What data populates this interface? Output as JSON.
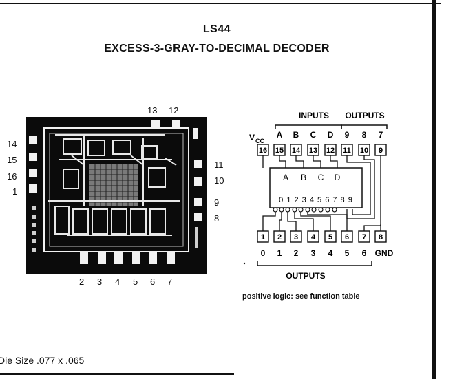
{
  "header": {
    "part_number": "LS44",
    "device_name": "EXCESS-3-GRAY-TO-DECIMAL DECODER"
  },
  "die": {
    "top_pin_labels": [
      "13",
      "12"
    ],
    "left_pin_labels": [
      "14",
      "15",
      "16",
      "1"
    ],
    "right_pin_labels": [
      "11",
      "10",
      "9",
      "8"
    ],
    "bottom_pin_labels": [
      "2",
      "3",
      "4",
      "5",
      "6",
      "7"
    ],
    "size_caption": "Die Size .077 x .065"
  },
  "logic_diagram": {
    "inputs_heading": "INPUTS",
    "outputs_heading_top": "OUTPUTS",
    "vcc_label": "V",
    "vcc_subscript": "CC",
    "top_signal_labels": [
      "A",
      "B",
      "C",
      "D",
      "9",
      "8",
      "7"
    ],
    "top_pins": [
      "16",
      "15",
      "14",
      "13",
      "12",
      "11",
      "10",
      "9"
    ],
    "chip_input_labels": [
      "A",
      "B",
      "C",
      "D"
    ],
    "chip_output_labels": "0 1 2 3 4 5 6 7 8 9",
    "bottom_pins": [
      "1",
      "2",
      "3",
      "4",
      "5",
      "6",
      "7",
      "8"
    ],
    "bottom_signal_labels": [
      "0",
      "1",
      "2",
      "3",
      "4",
      "5",
      "6",
      "GND"
    ],
    "outputs_heading_bottom": "OUTPUTS",
    "footnote": "positive logic: see function table"
  }
}
